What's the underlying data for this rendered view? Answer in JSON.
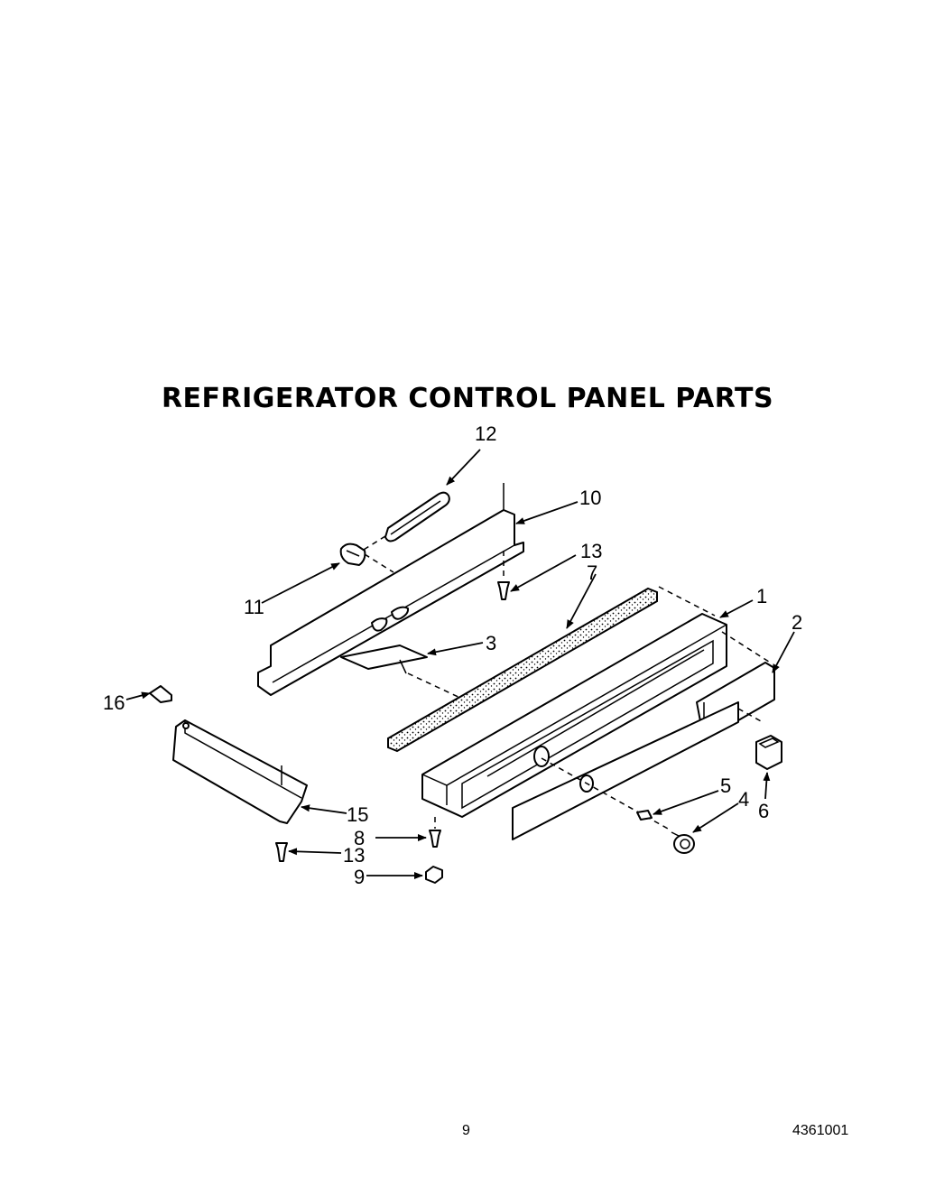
{
  "title": "REFRIGERATOR CONTROL PANEL PARTS",
  "page_number": "9",
  "document_number": "4361001",
  "callouts": [
    {
      "id": "c1",
      "text": "1"
    },
    {
      "id": "c2",
      "text": "2"
    },
    {
      "id": "c3",
      "text": "3"
    },
    {
      "id": "c4",
      "text": "4"
    },
    {
      "id": "c5",
      "text": "5"
    },
    {
      "id": "c6",
      "text": "6"
    },
    {
      "id": "c7",
      "text": "7"
    },
    {
      "id": "c8",
      "text": "8"
    },
    {
      "id": "c9",
      "text": "9"
    },
    {
      "id": "c10",
      "text": "10"
    },
    {
      "id": "c11",
      "text": "11"
    },
    {
      "id": "c12",
      "text": "12"
    },
    {
      "id": "c13a",
      "text": "13"
    },
    {
      "id": "c13b",
      "text": "13"
    },
    {
      "id": "c15",
      "text": "15"
    },
    {
      "id": "c16",
      "text": "16"
    }
  ]
}
